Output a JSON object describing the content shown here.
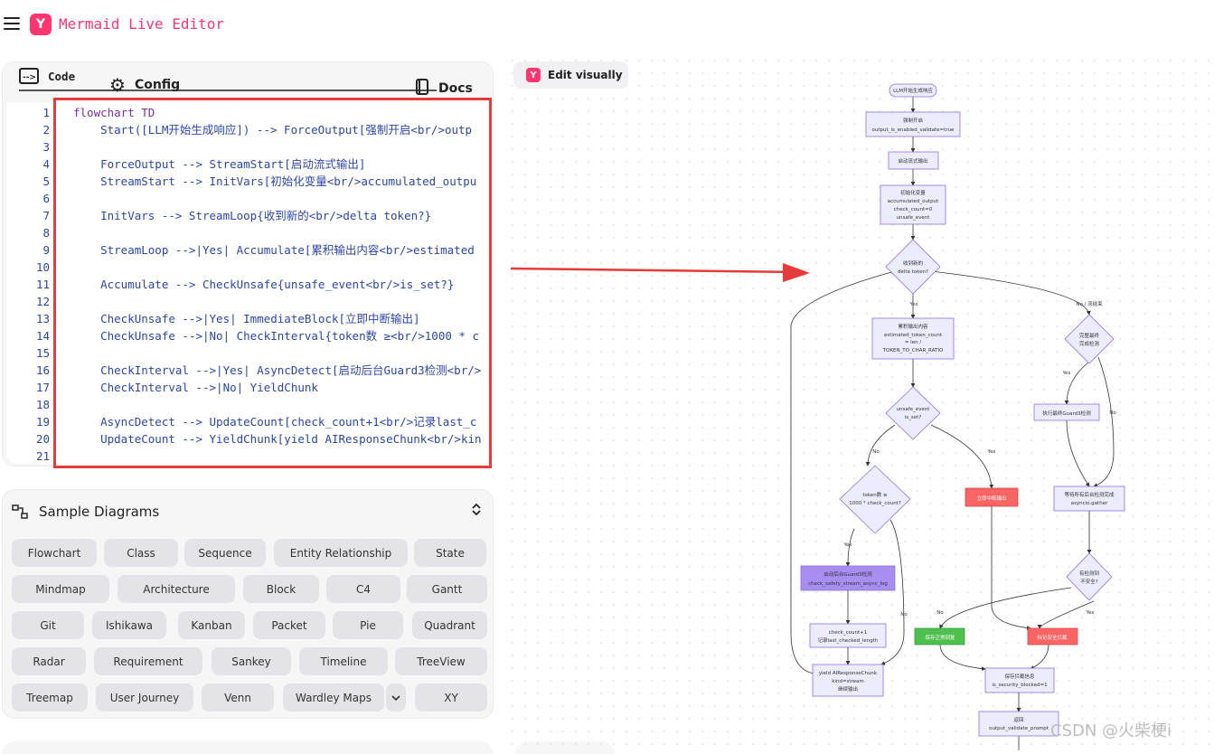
{
  "header": {
    "title": "Mermaid Live Editor",
    "logo_letter": "Y"
  },
  "tabs": {
    "code": "Code",
    "config": "Config",
    "docs": "Docs"
  },
  "editor": {
    "line_numbers": [
      "1",
      "2",
      "3",
      "4",
      "5",
      "6",
      "7",
      "8",
      "9",
      "10",
      "11",
      "12",
      "13",
      "14",
      "15",
      "16",
      "17",
      "18",
      "19",
      "20",
      "21"
    ],
    "lines": [
      "flowchart TD",
      "    Start([LLM开始生成响应]) --> ForceOutput[强制开启<br/>outp",
      "",
      "    ForceOutput --> StreamStart[启动流式输出]",
      "    StreamStart --> InitVars[初始化变量<br/>accumulated_outpu",
      "",
      "    InitVars --> StreamLoop{收到新的<br/>delta token?}",
      "",
      "    StreamLoop -->|Yes| Accumulate[累积输出内容<br/>estimated",
      "",
      "    Accumulate --> CheckUnsafe{unsafe_event<br/>is_set?}",
      "",
      "    CheckUnsafe -->|Yes| ImmediateBlock[立即中断输出]",
      "    CheckUnsafe -->|No| CheckInterval{token数 ≥<br/>1000 * c",
      "",
      "    CheckInterval -->|Yes| AsyncDetect[启动后台Guard3检测<br/>",
      "    CheckInterval -->|No| YieldChunk",
      "",
      "    AsyncDetect --> UpdateCount[check_count+1<br/>记录last_c",
      "    UpdateCount --> YieldChunk[yield AIResponseChunk<br/>kin",
      ""
    ]
  },
  "samples": {
    "title": "Sample Diagrams",
    "items": [
      "Flowchart",
      "Class",
      "Sequence",
      "Entity Relationship",
      "State",
      "Mindmap",
      "Architecture",
      "Block",
      "C4",
      "Gantt",
      "Git",
      "Ishikawa",
      "Kanban",
      "Packet",
      "Pie",
      "Quadrant",
      "Radar",
      "Requirement",
      "Sankey",
      "Timeline",
      "TreeView",
      "Treemap",
      "User Journey",
      "Venn",
      "Wardley Maps",
      "XY"
    ]
  },
  "edit_visually": "Edit visually",
  "watermark": "CSDN @火柴梗i",
  "colors": {
    "accent": "#ff3670",
    "highlight": "#e53b3b",
    "node_fill": "#ececff",
    "node_stroke": "#9370db",
    "red_node": "#f96464",
    "green_node": "#4ec04e",
    "purple_node": "#a88ef0"
  },
  "diagram": {
    "nodes": {
      "start": "LLM开始生成响应",
      "force1": "强制开启",
      "force2": "output_is_enabled_validate=true",
      "stream": "启动流式输出",
      "init1": "初始化变量",
      "init2": "accumulated_output",
      "init3": "check_count=0",
      "init4": "unsafe_event",
      "loop1": "收到新的",
      "loop2": "delta token?",
      "acc1": "累积输出内容",
      "acc2": "estimated_token_count",
      "acc3": "= len /",
      "acc4": "TOKEN_TO_CHAR_RATIO",
      "unsafe1": "unsafe_event",
      "unsafe2": "is_set?",
      "final1": "完整最终",
      "final2": "完成检测",
      "guard": "执行最终Guard3检测",
      "interval1": "token数 ≥",
      "interval2": "1000 * check_count?",
      "block": "立即中断输出",
      "wait1": "等待所有后台检测完成",
      "wait2": "asyncio.gather",
      "async1": "启动后台Guard3检测",
      "async2": "check_safety_stream_async_log",
      "any1": "有检测到",
      "any2": "不安全?",
      "upd1": "check_count+1",
      "upd2": "记录last_checked_length",
      "save_ok": "保存正常回复",
      "mark": "标记安全拦截",
      "yield1": "yield AIResponseChunk",
      "yield2": "kind=stream",
      "yield3": "继续输出",
      "saveblk1": "保存拦截信息",
      "saveblk2": "is_security_blocked=1",
      "ret1": "返回",
      "ret2": "output_validate_prompt"
    },
    "edge_labels": {
      "yes": "Yes",
      "no": "No",
      "no_end": "No / 流结束"
    }
  }
}
